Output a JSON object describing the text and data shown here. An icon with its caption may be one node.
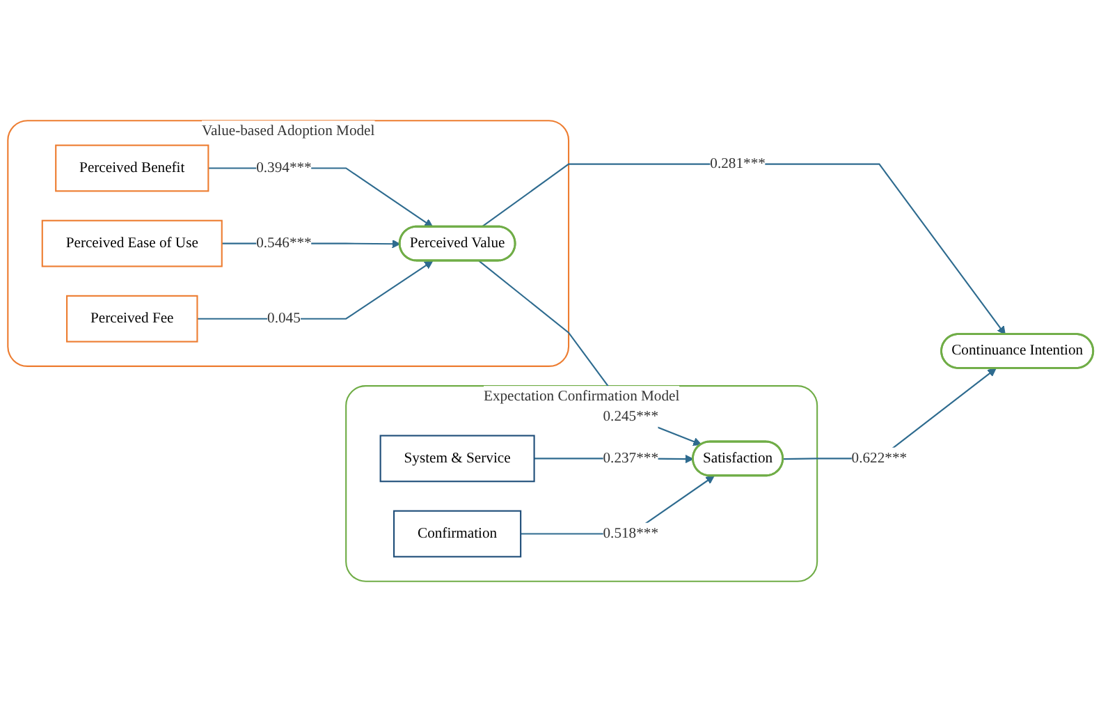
{
  "diagram": {
    "nodes": [
      {
        "text": [
          "Value-based Adoption Model"
        ]
      },
      {
        "text": [
          "Perceived Benefit"
        ],
        "in": 0
      },
      {
        "text": [
          "Perceived Ease of Use"
        ],
        "in": 0
      },
      {
        "text": [
          "Perceived Fee"
        ],
        "in": 0
      },
      {
        "text": [
          "Perceived Value"
        ],
        "in": 0
      },
      {
        "text": [
          "Expectation Confirmation Model"
        ]
      },
      {
        "text": [
          "System & Service"
        ],
        "in": 5
      },
      {
        "text": [
          "Confirmation"
        ],
        "in": 5
      },
      {
        "text": [
          "Satisfaction"
        ],
        "in": 5
      },
      {
        "text": [
          "Continuance Intention"
        ]
      }
    ],
    "edges": [
      {
        "from": 1,
        "to": 4,
        "arrow": "to",
        "label": "0.394***"
      },
      {
        "from": 2,
        "to": 4,
        "arrow": "to",
        "label": "0.546***"
      },
      {
        "from": 3,
        "to": 4,
        "arrow": "to",
        "label": "0.045"
      },
      {
        "from": 4,
        "to": 9,
        "arrow": "to",
        "label": "0.281***"
      },
      {
        "from": 4,
        "to": 8,
        "arrow": "to",
        "label": "0.245***"
      },
      {
        "from": 6,
        "to": 8,
        "arrow": "to",
        "label": "0.237***"
      },
      {
        "from": 7,
        "to": 8,
        "arrow": "to",
        "label": "0.518***"
      },
      {
        "from": 8,
        "to": 9,
        "arrow": "to",
        "label": "0.622***"
      }
    ]
  }
}
